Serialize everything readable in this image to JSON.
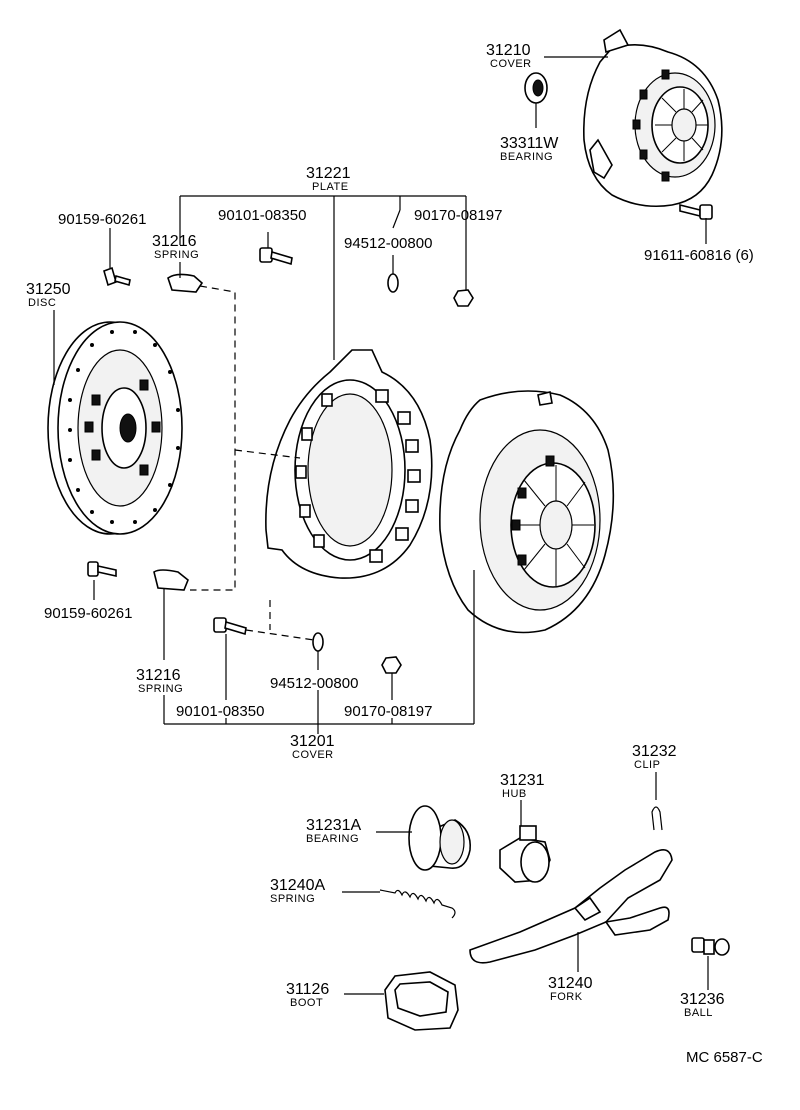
{
  "labels": {
    "cover_top": {
      "num": "31210",
      "name": "COVER"
    },
    "bearing_top": {
      "num": "33311W",
      "name": "BEARING"
    },
    "bolt_top_right": {
      "num": "91611-60816 (6)"
    },
    "plate": {
      "num": "31221",
      "name": "PLATE"
    },
    "bolt_upper_left": {
      "num": "90159-60261"
    },
    "bolt_upper_mid": {
      "num": "90101-08350"
    },
    "nut_upper_right": {
      "num": "90170-08197"
    },
    "washer_upper": {
      "num": "94512-00800"
    },
    "spring_upper": {
      "num": "31216",
      "name": "SPRING"
    },
    "disc": {
      "num": "31250",
      "name": "DISC"
    },
    "bolt_lower_left": {
      "num": "90159-60261"
    },
    "spring_lower": {
      "num": "31216",
      "name": "SPRING"
    },
    "washer_lower": {
      "num": "94512-00800"
    },
    "bolt_lower_mid": {
      "num": "90101-08350"
    },
    "nut_lower_right": {
      "num": "90170-08197"
    },
    "cover_assy": {
      "num": "31201",
      "name": "COVER"
    },
    "clip": {
      "num": "31232",
      "name": "CLIP"
    },
    "hub": {
      "num": "31231",
      "name": "HUB"
    },
    "release_bearing": {
      "num": "31231A",
      "name": "BEARING"
    },
    "spring_fork": {
      "num": "31240A",
      "name": "SPRING"
    },
    "boot": {
      "num": "31126",
      "name": "BOOT"
    },
    "fork": {
      "num": "31240",
      "name": "FORK"
    },
    "ball": {
      "num": "31236",
      "name": "BALL"
    }
  },
  "diagram_code": "MC 6587-C"
}
